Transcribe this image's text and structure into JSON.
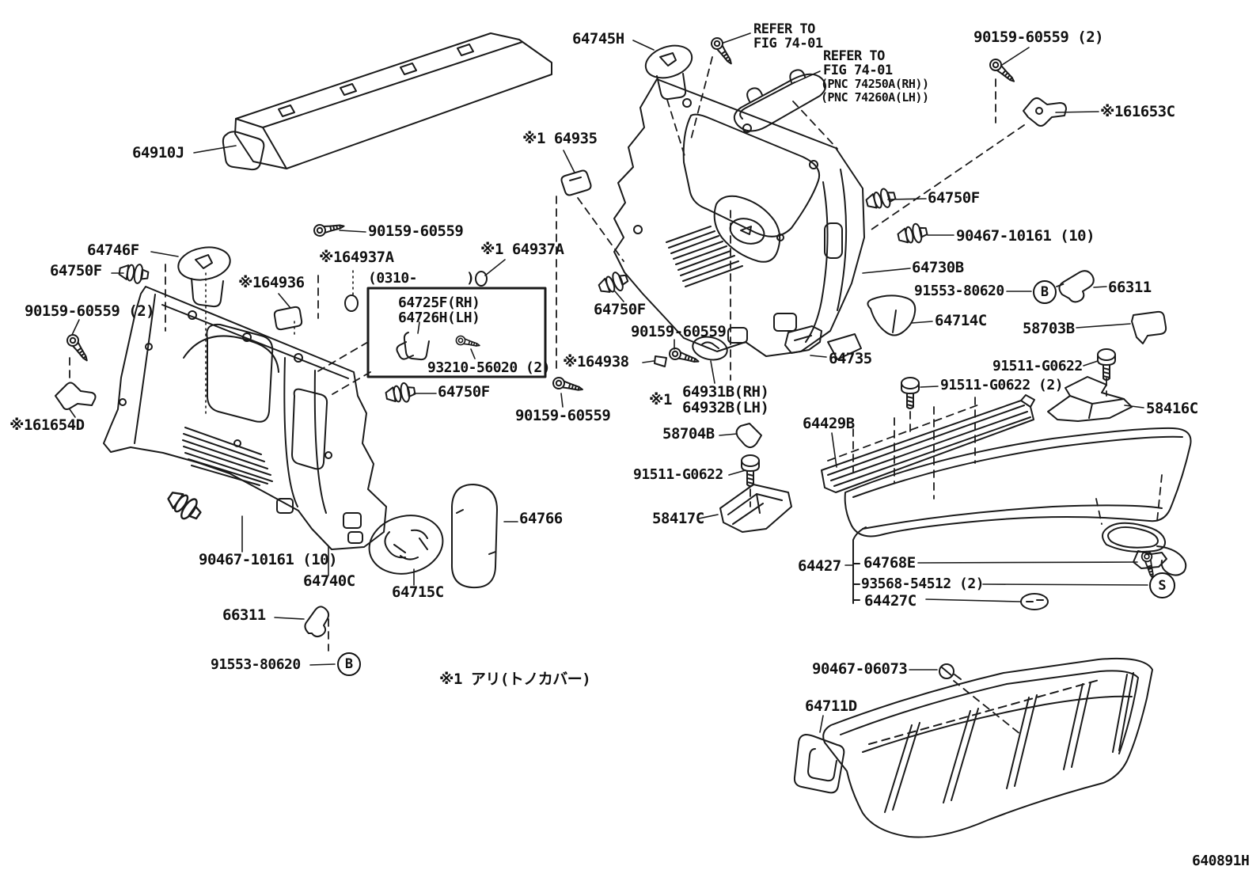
{
  "diagram": {
    "drawing_number": "640891H",
    "footnote": "※1 アリ(トノカバー)",
    "circled": {
      "b_right": "B",
      "b_left": "B",
      "s": "S"
    },
    "labels": {
      "l64910J": "64910J",
      "l64745H": "64745H",
      "refer_top": "REFER TO\nFIG 74-01",
      "refer_side": "REFER TO\nFIG 74-01",
      "pnc1": "(PNC 74250A(RH))",
      "pnc2": "(PNC 74260A(LH))",
      "l90159_tr": "90159-60559 (2)",
      "l161653C": "※161653C",
      "l64935": "※1 64935",
      "l64750F_r": "64750F",
      "l90467_r": "90467-10161 (10)",
      "l64730B": "64730B",
      "l91553_r": "91553-80620",
      "l66311_r": "66311",
      "l64714C": "64714C",
      "l58703B": "58703B",
      "l64735": "64735",
      "l91511_r": "91511-G0622",
      "l91511_r2": "91511-G0622 (2)",
      "l58416C": "58416C",
      "l64429B": "64429B",
      "l58704B": "58704B",
      "l91511_l": "91511-G0622",
      "l58417C": "58417C",
      "l64427": "64427",
      "l64768E": "64768E",
      "l93568": "93568-54512 (2)",
      "l64427C": "64427C",
      "l90467_06073": "90467-06073",
      "l64711D": "64711D",
      "l64746F": "64746F",
      "l64750F_l": "64750F",
      "l90159_l": "90159-60559 (2)",
      "l161654D": "※161654D",
      "l164936": "※164936",
      "l164937A": "※164937A",
      "l0310": "(0310-      )",
      "l64725F": "64725F(RH)\n64726H(LH)",
      "l93210": "93210-56020 (2)",
      "l90159_tc": "90159-60559",
      "l64937A_r": "※1 64937A",
      "l64750F_c1": "64750F",
      "l90159_c1": "90159-60559",
      "l164938": "※164938",
      "l64931_prefix": "※1",
      "l64931B": "64931B(RH)\n64932B(LH)",
      "l64750F_c2": "64750F",
      "l90159_c2": "90159-60559",
      "l90467_l": "90467-10161 (10)",
      "l64740C": "64740C",
      "l64715C": "64715C",
      "l64766": "64766",
      "l66311_l": "66311",
      "l91553_l": "91553-80620"
    }
  }
}
